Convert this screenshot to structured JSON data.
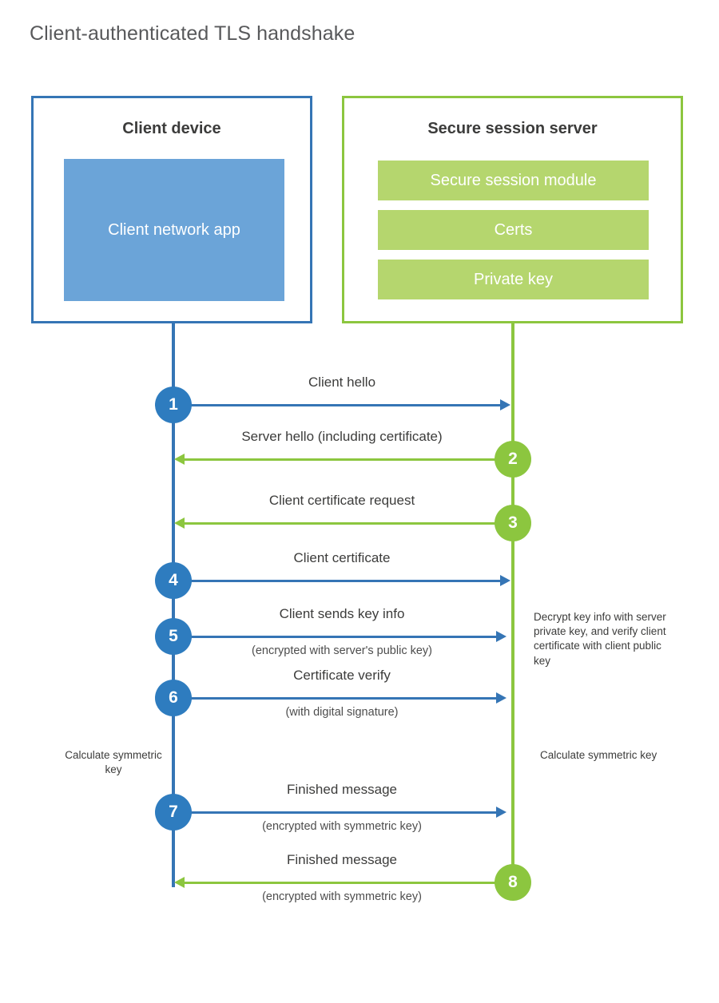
{
  "title": "Client-authenticated TLS handshake",
  "colors": {
    "client_blue": "#3575b5",
    "client_badge_blue": "#2e7cbf",
    "client_app_fill": "#6ba4d8",
    "server_green": "#8cc63f",
    "server_module_fill": "#b5d66e",
    "text": "#3c3c3b",
    "title_text": "#58595b",
    "background": "#ffffff"
  },
  "client": {
    "title": "Client device",
    "app_label": "Client network app"
  },
  "server": {
    "title": "Secure session server",
    "modules": [
      {
        "label": "Secure session module"
      },
      {
        "label": "Certs"
      },
      {
        "label": "Private key"
      }
    ]
  },
  "steps": [
    {
      "number": "1",
      "label": "Client hello",
      "sub": "",
      "direction": "client-to-server",
      "color": "blue"
    },
    {
      "number": "2",
      "label": "Server hello (including certificate)",
      "sub": "",
      "direction": "server-to-client",
      "color": "green"
    },
    {
      "number": "3",
      "label": "Client certificate request",
      "sub": "",
      "direction": "server-to-client",
      "color": "green"
    },
    {
      "number": "4",
      "label": "Client certificate",
      "sub": "",
      "direction": "client-to-server",
      "color": "blue"
    },
    {
      "number": "5",
      "label": "Client sends key info",
      "sub": "(encrypted with server's public key)",
      "direction": "client-to-server",
      "color": "blue"
    },
    {
      "number": "6",
      "label": "Certificate verify",
      "sub": "(with digital signature)",
      "direction": "client-to-server",
      "color": "blue"
    },
    {
      "number": "7",
      "label": "Finished message",
      "sub": "(encrypted with symmetric key)",
      "direction": "client-to-server",
      "color": "blue"
    },
    {
      "number": "8",
      "label": "Finished message",
      "sub": "(encrypted with symmetric key)",
      "direction": "server-to-client",
      "color": "green"
    }
  ],
  "notes": {
    "server_decrypt": "Decrypt key info with server private key, and verify client certificate with client public key",
    "client_calculate": "Calculate symmetric key",
    "server_calculate": "Calculate symmetric key"
  }
}
